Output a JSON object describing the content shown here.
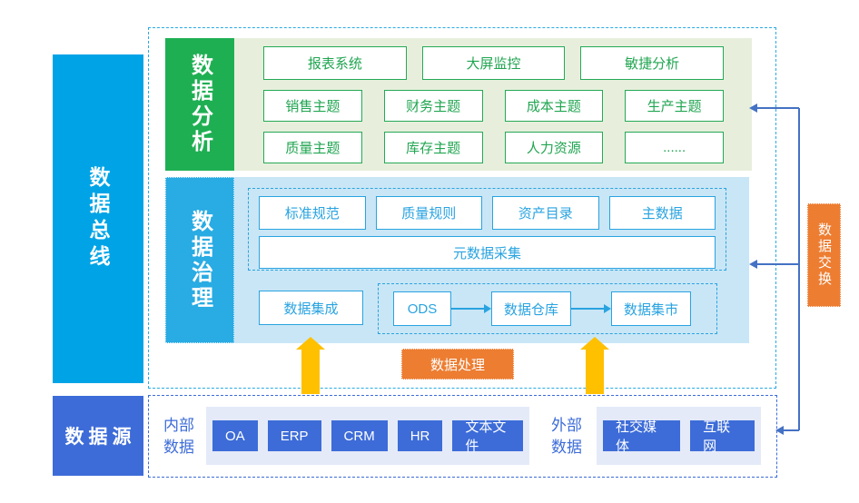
{
  "bus": {
    "label": "数据总线"
  },
  "source_rail": {
    "label": "数据源"
  },
  "analysis": {
    "label": "数据分析",
    "row1": [
      "报表系统",
      "大屏监控",
      "敏捷分析"
    ],
    "row2": [
      "销售主题",
      "财务主题",
      "成本主题",
      "生产主题"
    ],
    "row3": [
      "质量主题",
      "库存主题",
      "人力资源",
      "......"
    ]
  },
  "governance": {
    "label": "数据治理",
    "row1": [
      "标准规范",
      "质量规则",
      "资产目录",
      "主数据"
    ],
    "wide_box": "元数据采集",
    "integration": "数据集成",
    "pipeline": [
      "ODS",
      "数据仓库",
      "数据集市"
    ]
  },
  "processing": {
    "label": "数据处理"
  },
  "exchange": {
    "label": "数据交换"
  },
  "sources": {
    "internal_label": "内部数据",
    "internal_items": [
      "OA",
      "ERP",
      "CRM",
      "HR",
      "文本文件"
    ],
    "external_label": "外部数据",
    "external_items": [
      "社交媒体",
      "互联网"
    ]
  },
  "colors": {
    "bus_cyan": "#00A4E6",
    "royal_blue": "#3D6CD8",
    "green_label": "#1FAF53",
    "green_border": "#25A957",
    "green_section_bg": "#E7EFDC",
    "cyan_label": "#29ABE3",
    "blue_section_bg": "#C9E6F6",
    "blue_border": "#29A3E0",
    "orange": "#ED7D31",
    "lavender_strip_bg": "#E4EAF8",
    "yellow_arrow": "#FFC000",
    "exchange_arrow_blue": "#4472C4"
  }
}
